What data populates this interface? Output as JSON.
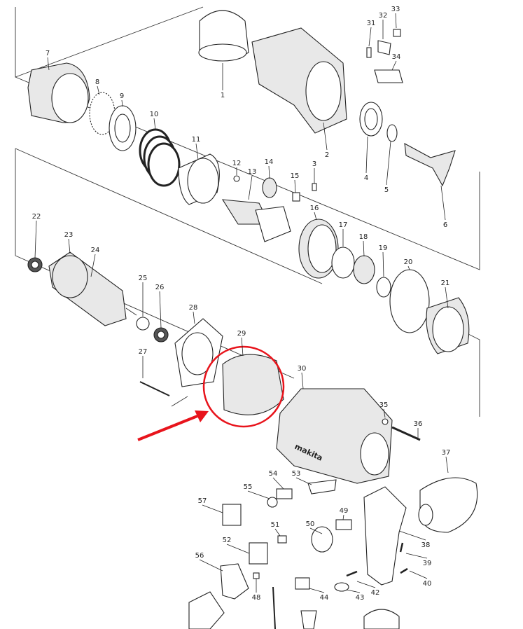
{
  "labels": [
    "1",
    "2",
    "3",
    "4",
    "5",
    "6",
    "7",
    "8",
    "9",
    "10",
    "11",
    "12",
    "13",
    "14",
    "15",
    "16",
    "17",
    "18",
    "19",
    "20",
    "21",
    "22",
    "23",
    "24",
    "25",
    "26",
    "27",
    "28",
    "29",
    "30",
    "31",
    "32",
    "33",
    "34",
    "35",
    "36",
    "37",
    "38",
    "39",
    "40",
    "42",
    "43",
    "44",
    "48",
    "49",
    "50",
    "51",
    "52",
    "53",
    "54",
    "55",
    "56",
    "57"
  ],
  "logo_text": "makita",
  "highlight": {
    "part": "29",
    "color": "#e8141c"
  }
}
